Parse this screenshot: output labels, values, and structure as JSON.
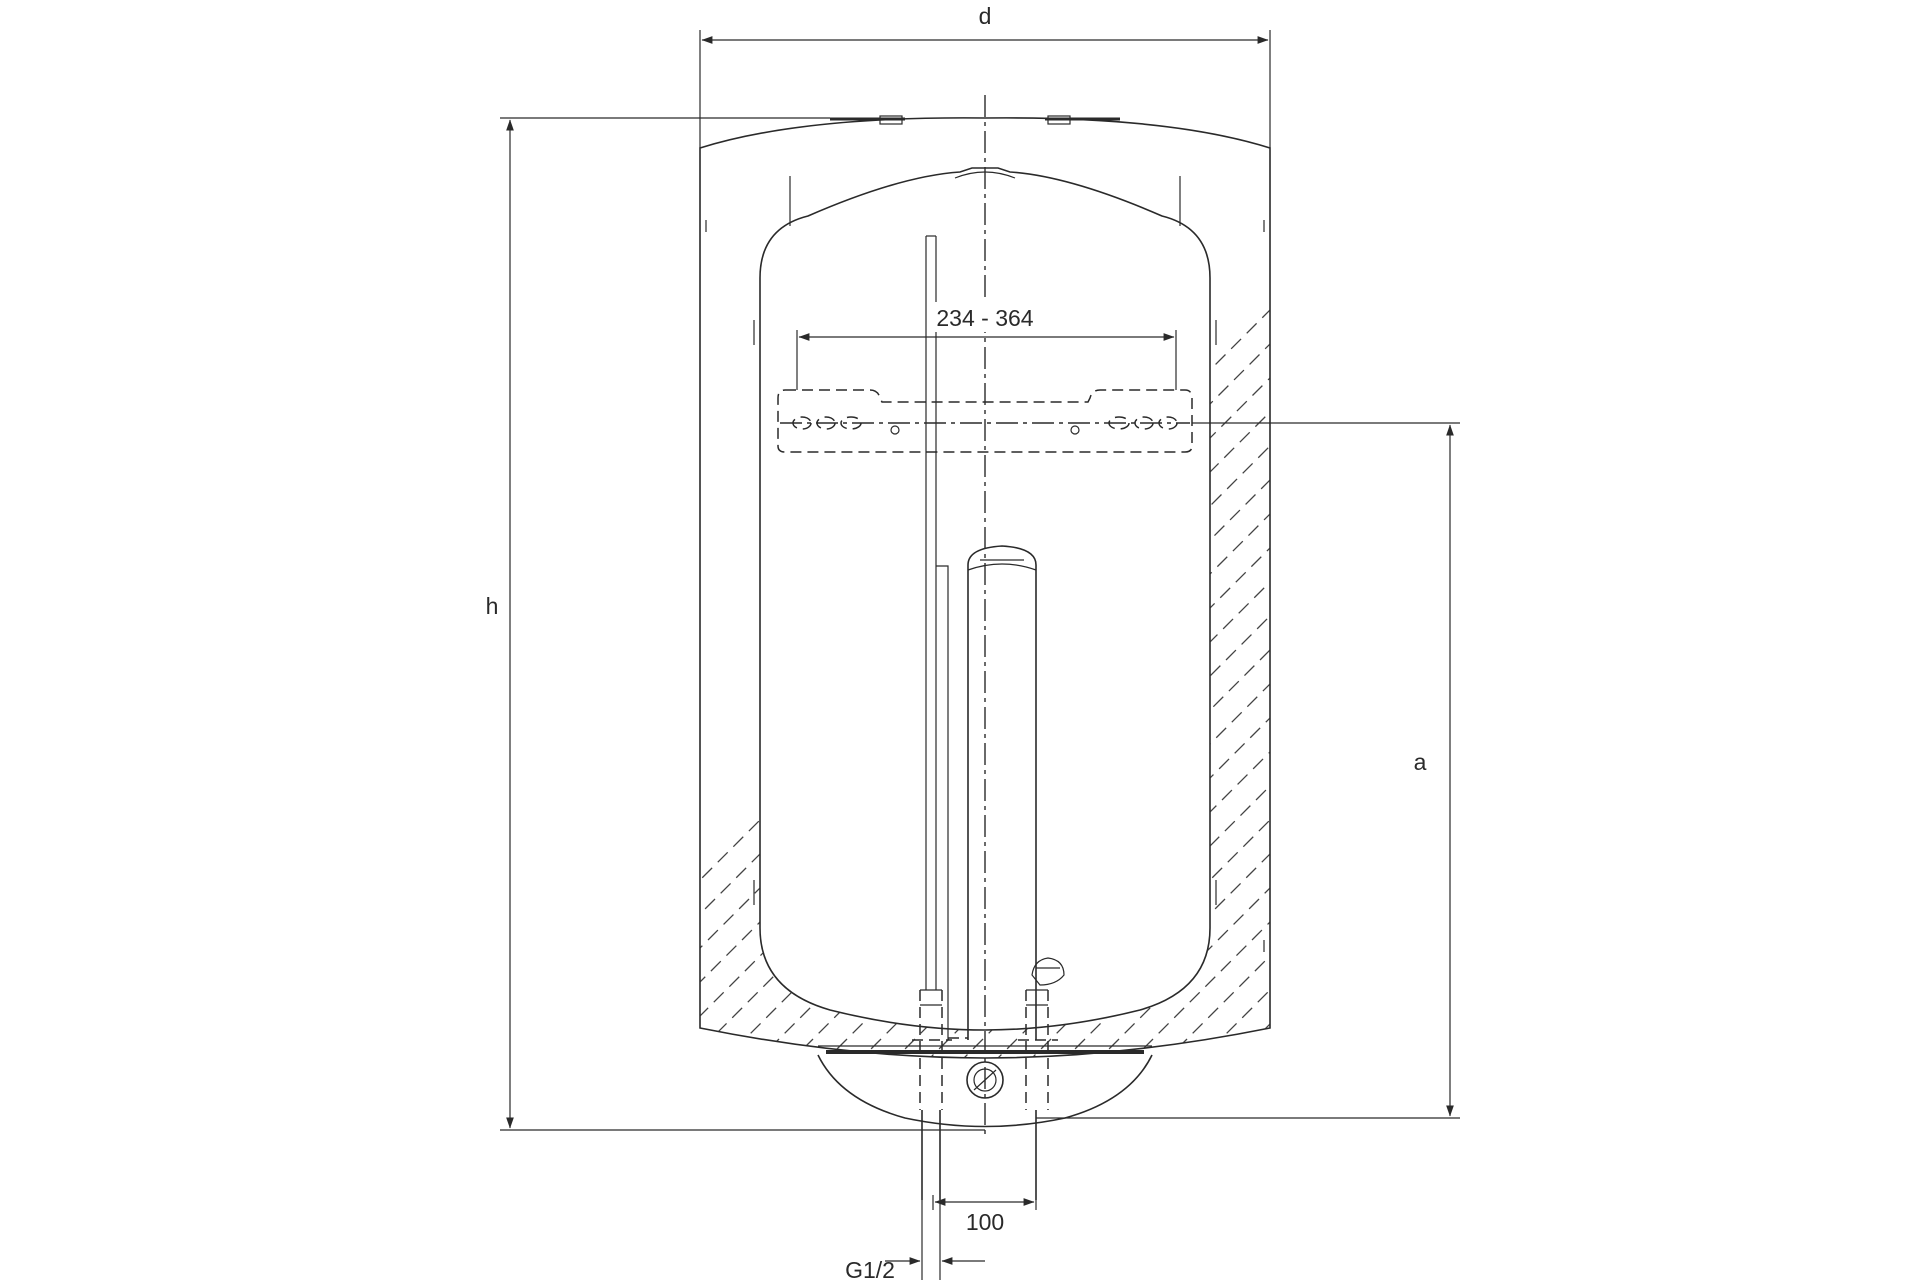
{
  "labels": {
    "width": "d",
    "height": "h",
    "bracket_height": "a",
    "bracket_span": "234 - 364",
    "pipe_spacing": "100",
    "thread": "G1/2"
  },
  "colors": {
    "line": "#2a2a2a",
    "background": "#ffffff"
  }
}
